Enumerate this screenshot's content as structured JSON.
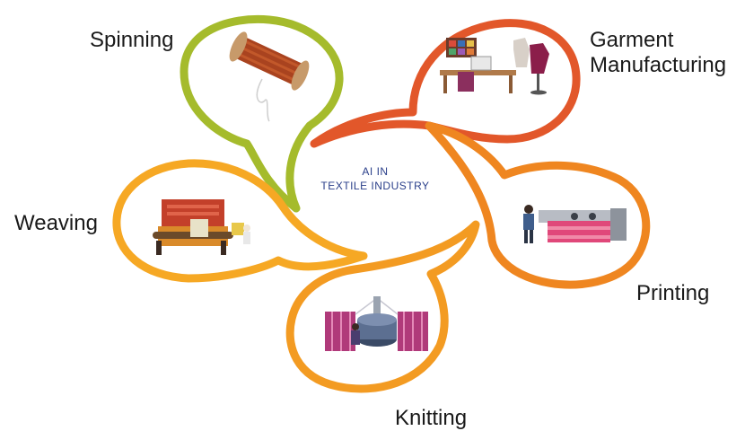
{
  "center": {
    "line1": "AI IN",
    "line2": "TEXTILE INDUSTRY"
  },
  "petals": [
    {
      "id": "spinning",
      "label": "Spinning",
      "color": "#a5bb2c",
      "icon": "thread-spool-icon"
    },
    {
      "id": "garment",
      "label_line1": "Garment",
      "label_line2": "Manufacturing",
      "color": "#e2572a",
      "icon": "tailoring-workshop-icon"
    },
    {
      "id": "printing",
      "label": "Printing",
      "color": "#ef8620",
      "icon": "textile-printing-machine-icon"
    },
    {
      "id": "knitting",
      "label": "Knitting",
      "color": "#f39b22",
      "icon": "circular-knitting-machine-icon"
    },
    {
      "id": "weaving",
      "label": "Weaving",
      "color": "#f6a824",
      "icon": "weaving-loom-icon"
    }
  ]
}
